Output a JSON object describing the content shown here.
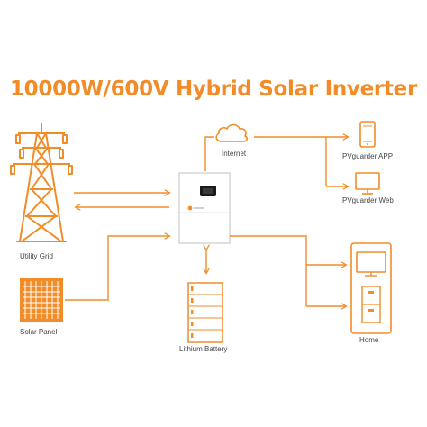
{
  "title": "10000W/600V Hybrid Solar Inverter",
  "labels": {
    "utility_grid": "Utility Grid",
    "solar_panel": "Solar Panel",
    "internet": "Internet",
    "app": "PVguarder  APP",
    "web": "PVguarder  Web",
    "battery": "Lithium Battery",
    "home": "Home"
  },
  "colors": {
    "accent": "#F28C28",
    "text": "#444444",
    "inverter_body": "#ffffff",
    "display": "#1a1a1a"
  }
}
